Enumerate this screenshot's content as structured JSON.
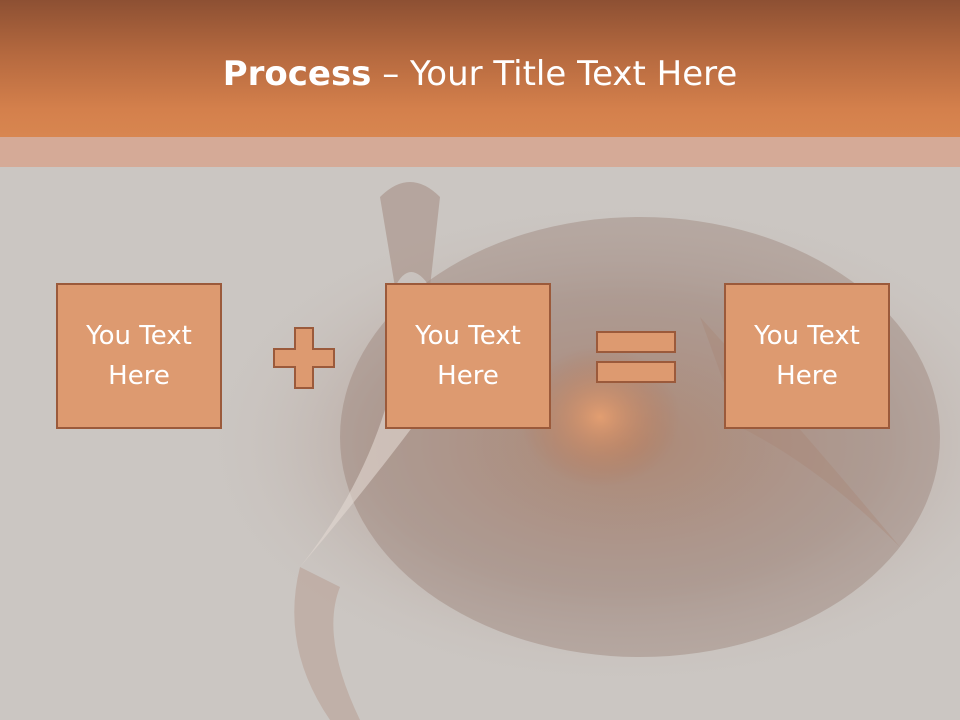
{
  "slide": {
    "title_bold": "Process",
    "title_rest": " – Your Title Text Here"
  },
  "boxes": [
    {
      "line1": "You Text",
      "line2": "Here"
    },
    {
      "line1": "You Text",
      "line2": "Here"
    },
    {
      "line1": "You Text",
      "line2": "Here"
    }
  ],
  "colors": {
    "header": "#d4804c",
    "box_fill": "#dd9a70",
    "box_border": "#9b5a3b",
    "background": "#cbc6c2"
  },
  "icons": {
    "operator1": "plus-icon",
    "operator2": "equals-icon"
  }
}
